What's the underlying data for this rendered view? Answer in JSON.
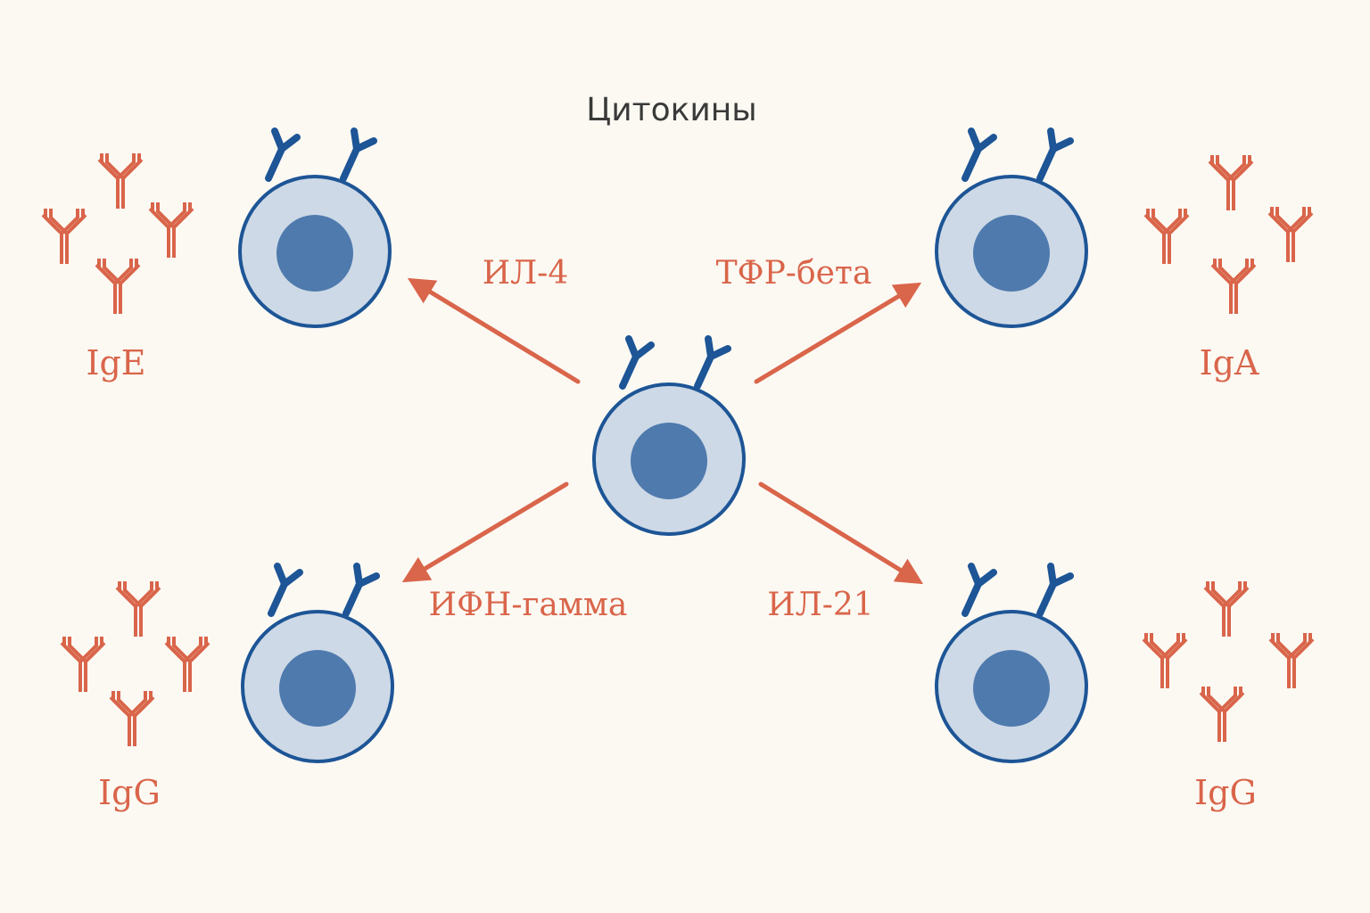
{
  "title": "Цитокины",
  "center_cell": {
    "label": ""
  },
  "pathways": [
    {
      "cytokine": "ИЛ-4",
      "antibody": "IgE"
    },
    {
      "cytokine": "ТФР-бета",
      "antibody": "IgA"
    },
    {
      "cytokine": "ИФН-гамма",
      "antibody": "IgG"
    },
    {
      "cytokine": "ИЛ-21",
      "antibody": "IgG"
    }
  ],
  "colors": {
    "background": "#fcf9f3",
    "cell_fill": "#cdd9e6",
    "cell_stroke": "#1d5596",
    "nucleus": "#4f7aae",
    "accent": "#d9654a",
    "title": "#3a3a3a"
  },
  "icons": {
    "cell": "b-cell-icon",
    "antibody": "antibody-icon",
    "arrow": "arrow-icon"
  }
}
